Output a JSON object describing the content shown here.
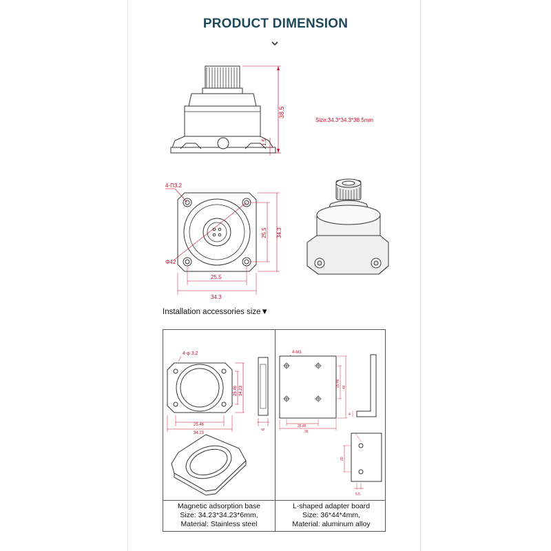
{
  "header": {
    "title": "PRODUCT DIMENSION"
  },
  "top_view": {
    "height_label": "38.5",
    "base_label": "1.5",
    "size_note": "Size:34.3*34.3*38.5mm"
  },
  "plan_view": {
    "hole_label": "4-Π3.2",
    "circle_label": "Φ42",
    "inner_width_label": "25.5",
    "outer_width_label": "34.3",
    "inner_height_label": "25.5",
    "outer_height_label": "34.3"
  },
  "accessories": {
    "heading": "Installation accessories size▼",
    "magnetic_base": {
      "hole_label": "4-φ 3.2",
      "dim_2546_a": "25.46",
      "dim_3423_a": "34.23",
      "dim_2546_b": "25.46",
      "dim_3423_b": "34.23",
      "thickness": "6",
      "caption_line1": "Magnetic adsorption base",
      "caption_line2": "Size: 34.23*34.23*6mm,",
      "caption_line3": "Material: Stainless steel"
    },
    "adapter_board": {
      "hole_label": "4-M3",
      "dim_2546_v": "25.46",
      "dim_44": "44",
      "dim_2546_h": "25.46",
      "dim_36": "36",
      "dim_4": "4",
      "dim_20": "20",
      "dim_55": "5.5",
      "caption_line1": "L-shaped adapter board",
      "caption_line2": "Size: 36*44*4mm,",
      "caption_line3": "Material: aluminum alloy"
    }
  },
  "colors": {
    "title": "#1f4a5c",
    "dimension": "#c8102e",
    "line": "#333333"
  }
}
